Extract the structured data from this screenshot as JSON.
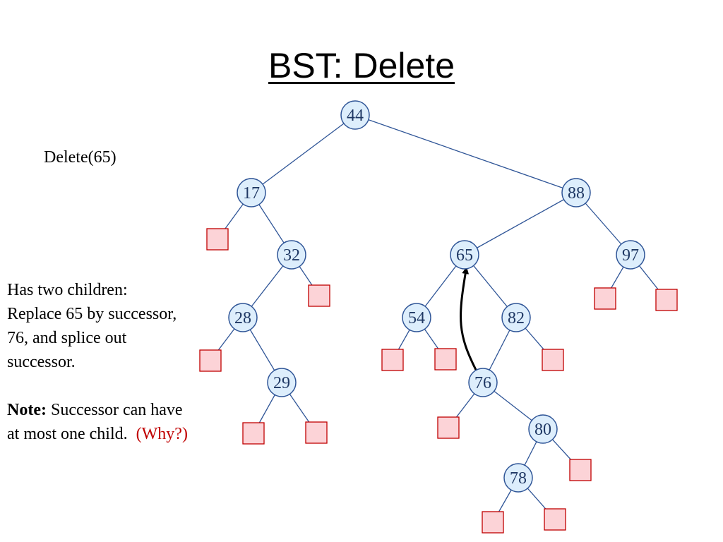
{
  "title": "BST: Delete",
  "caption": "Delete(65)",
  "explanation": {
    "line1": "Has two children:",
    "line2": "Replace 65 by successor,",
    "line3": "76, and splice out",
    "line4": "successor.",
    "note_label": "Note:",
    "note_text": " Successor can have",
    "note_text2": "at most one child.  ",
    "why": "(Why?)"
  },
  "tree": {
    "nodes": [
      {
        "id": "n44",
        "key": "44"
      },
      {
        "id": "n17",
        "key": "17"
      },
      {
        "id": "n88",
        "key": "88"
      },
      {
        "id": "n32",
        "key": "32"
      },
      {
        "id": "n28",
        "key": "28"
      },
      {
        "id": "n29",
        "key": "29"
      },
      {
        "id": "n65",
        "key": "65"
      },
      {
        "id": "n97",
        "key": "97"
      },
      {
        "id": "n54",
        "key": "54"
      },
      {
        "id": "n82",
        "key": "82"
      },
      {
        "id": "n76",
        "key": "76"
      },
      {
        "id": "n80",
        "key": "80"
      },
      {
        "id": "n78",
        "key": "78"
      }
    ],
    "edges": [
      [
        "n44",
        "n17"
      ],
      [
        "n44",
        "n88"
      ],
      [
        "n17",
        "L1"
      ],
      [
        "n17",
        "n32"
      ],
      [
        "n32",
        "n28"
      ],
      [
        "n32",
        "L2"
      ],
      [
        "n28",
        "L3"
      ],
      [
        "n28",
        "n29"
      ],
      [
        "n29",
        "L4"
      ],
      [
        "n29",
        "L5"
      ],
      [
        "n88",
        "n65"
      ],
      [
        "n88",
        "n97"
      ],
      [
        "n65",
        "n54"
      ],
      [
        "n65",
        "n82"
      ],
      [
        "n54",
        "L6"
      ],
      [
        "n54",
        "L7"
      ],
      [
        "n82",
        "n76"
      ],
      [
        "n82",
        "L8"
      ],
      [
        "n76",
        "L9"
      ],
      [
        "n76",
        "n80"
      ],
      [
        "n80",
        "n78"
      ],
      [
        "n80",
        "L10"
      ],
      [
        "n78",
        "L11"
      ],
      [
        "n78",
        "L12"
      ],
      [
        "n97",
        "L13"
      ],
      [
        "n97",
        "L14"
      ]
    ],
    "arrow": {
      "from": "n76",
      "to": "n65"
    }
  },
  "colors": {
    "node_fill": "#ddeefc",
    "node_stroke": "#2f5597",
    "leaf_fill": "#fcd3d7",
    "leaf_stroke": "#c00000",
    "why_text": "#c00000"
  }
}
